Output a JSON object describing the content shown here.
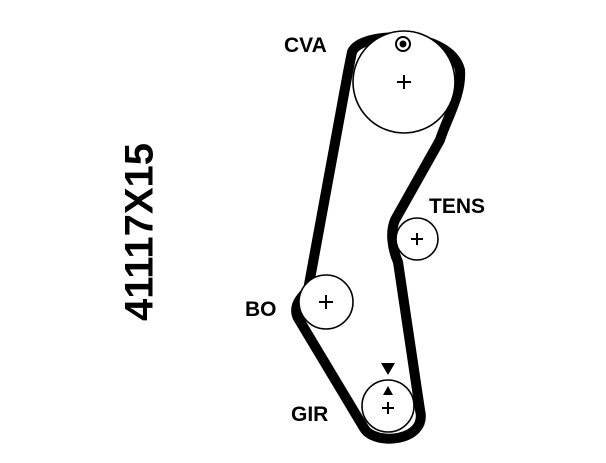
{
  "part_number": "41117X15",
  "colors": {
    "line": "#000000",
    "background": "#ffffff"
  },
  "pulleys": {
    "cva": {
      "label": "CVA",
      "icon": "camshaft-pulley-icon"
    },
    "tens": {
      "label": "TENS",
      "icon": "tensioner-pulley-icon"
    },
    "bo": {
      "label": "BO",
      "icon": "water-pump-pulley-icon"
    },
    "gir": {
      "label": "GIR",
      "icon": "crankshaft-pulley-icon"
    }
  },
  "markers": [
    "timing-mark-icon",
    "timing-arrow-icon"
  ]
}
